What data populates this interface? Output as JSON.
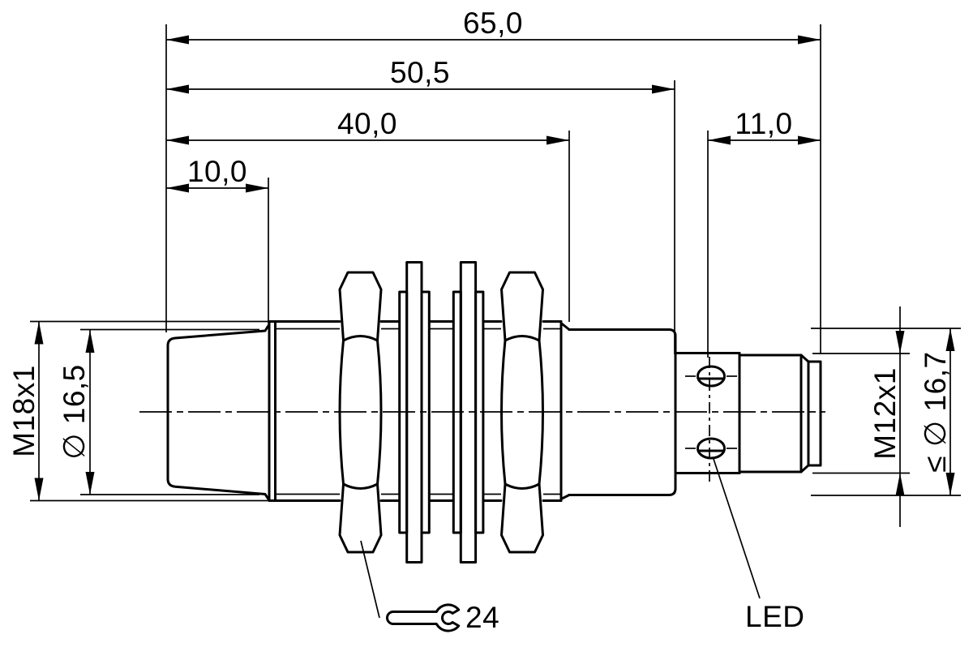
{
  "colors": {
    "line": "#000000",
    "background": "#ffffff"
  },
  "dims": {
    "total": {
      "label": "65,0"
    },
    "to_body_end": {
      "label": "50,5"
    },
    "thread_length": {
      "label": "40,0"
    },
    "tip_length": {
      "label": "10,0"
    },
    "connector_length": {
      "label": "11,0"
    },
    "front_thread": {
      "label": "M18x1"
    },
    "tip_diameter": {
      "label": "∅ 16,5"
    },
    "connector_thread": {
      "label": "M12x1"
    },
    "body_diameter": {
      "label": "≤ ∅ 16,7"
    }
  },
  "annotations": {
    "wrench_size": {
      "label": "24"
    },
    "led": {
      "label": "LED"
    }
  }
}
